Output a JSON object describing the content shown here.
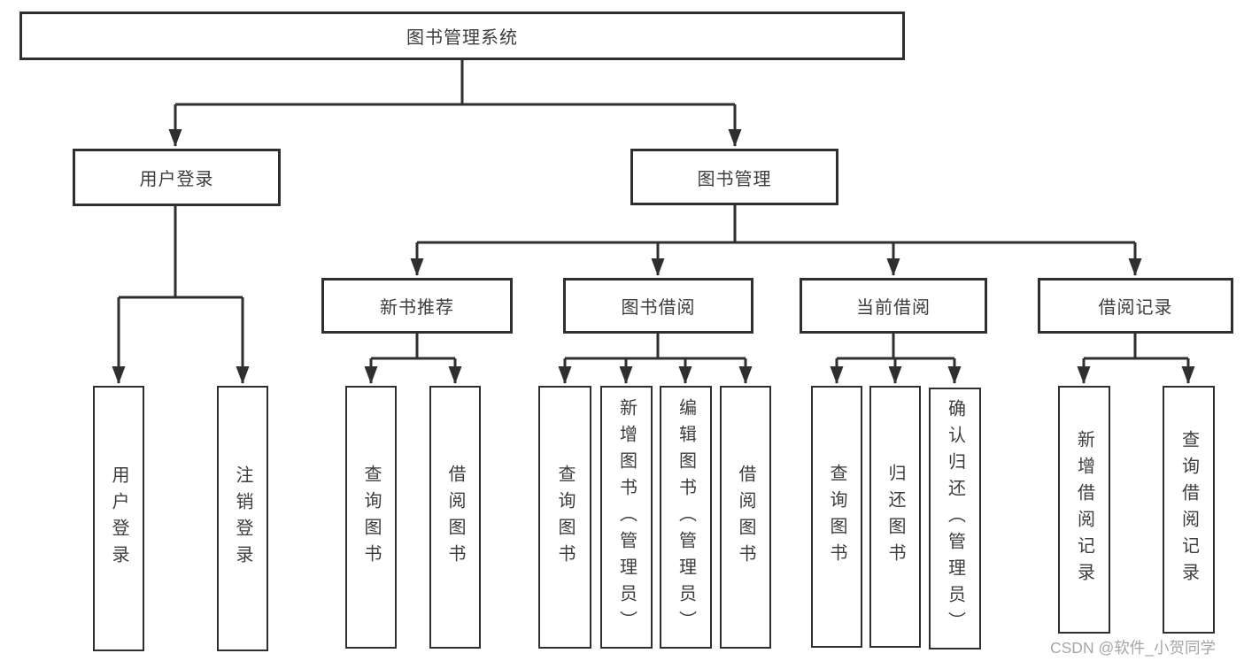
{
  "diagram": {
    "title": "图书管理系统",
    "type": "hierarchy-tree",
    "tree": {
      "root": {
        "label": "图书管理系统"
      },
      "branches": [
        {
          "label": "用户登录",
          "children": [
            {
              "label": "用户登录"
            },
            {
              "label": "注销登录"
            }
          ]
        },
        {
          "label": "图书管理",
          "children": [
            {
              "label": "新书推荐",
              "children": [
                {
                  "label": "查询图书"
                },
                {
                  "label": "借阅图书"
                }
              ]
            },
            {
              "label": "图书借阅",
              "children": [
                {
                  "label": "查询图书"
                },
                {
                  "label": "新增图书（管理员）"
                },
                {
                  "label": "编辑图书（管理员）"
                },
                {
                  "label": "借阅图书"
                }
              ]
            },
            {
              "label": "当前借阅",
              "children": [
                {
                  "label": "查询图书"
                },
                {
                  "label": "归还图书"
                },
                {
                  "label": "确认归还（管理员）"
                }
              ]
            },
            {
              "label": "借阅记录",
              "children": [
                {
                  "label": "新增借阅记录"
                },
                {
                  "label": "查询借阅记录"
                }
              ]
            }
          ]
        }
      ]
    },
    "colors": {
      "line": "#2f2f2f",
      "text": "#3d3d3d",
      "box_background": "#ffffff",
      "watermark": "#a6a6a6"
    },
    "watermark": "CSDN @软件_小贺同学"
  }
}
